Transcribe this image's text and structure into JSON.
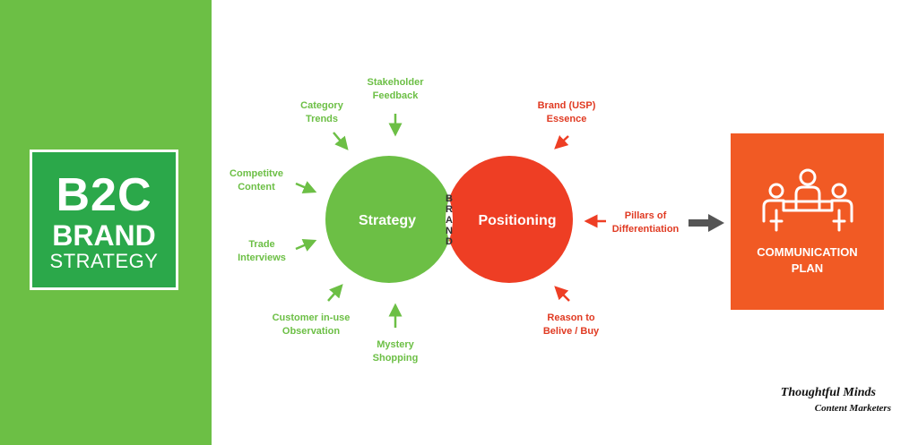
{
  "title": {
    "line1": "B2C",
    "line2": "BRAND",
    "line3": "STRATEGY"
  },
  "circles": {
    "left": "Strategy",
    "right": "Positioning",
    "overlap": [
      "B",
      "R",
      "A",
      "N",
      "D"
    ]
  },
  "inputs_strategy": [
    {
      "text": "Stakeholder\nFeedback"
    },
    {
      "text": "Category\nTrends"
    },
    {
      "text": "Competitve\nContent"
    },
    {
      "text": "Trade\nInterviews"
    },
    {
      "text": "Customer in-use\nObservation"
    },
    {
      "text": "Mystery\nShopping"
    }
  ],
  "inputs_positioning": [
    {
      "text": "Brand (USP)\nEssence"
    },
    {
      "text": "Pillars of\nDifferentiation"
    },
    {
      "text": "Reason to\nBelive / Buy"
    }
  ],
  "output": {
    "label": "COMMUNICATION\nPLAN",
    "icon": "team-meeting-icon"
  },
  "credit": {
    "line1": "Thoughtful Minds",
    "line2": "Content Marketers"
  },
  "colors": {
    "green": "#6cbf45",
    "dark_green": "#2ba84a",
    "red": "#ee3e24",
    "orange": "#f15a24",
    "arrow_gray": "#555555"
  }
}
